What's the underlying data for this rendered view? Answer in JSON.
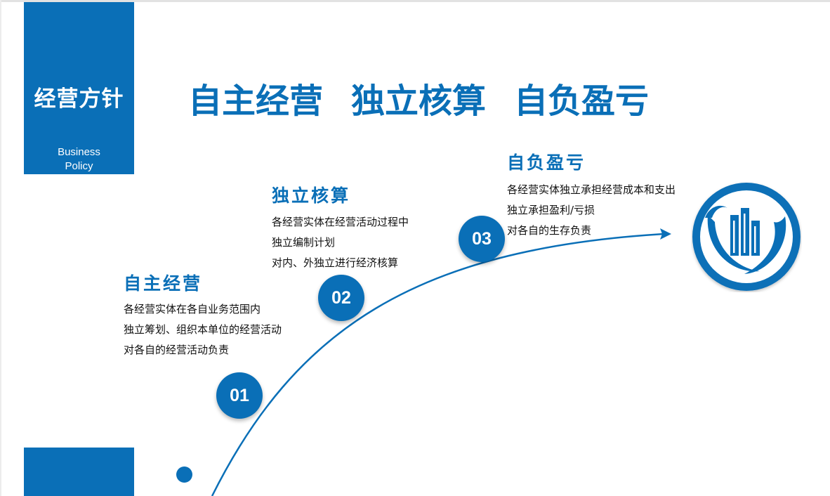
{
  "sidebar": {
    "title": "经营方针",
    "subtitle_line1": "Business",
    "subtitle_line2": "Policy"
  },
  "headline": {
    "part1": "自主经营",
    "part2": "独立核算",
    "part3": "自负盈亏"
  },
  "steps": [
    {
      "number": "01",
      "title": "自主经营",
      "lines": [
        "各经营实体在各自业务范围内",
        "独立筹划、组织本单位的经营活动",
        "对各自的经营活动负责"
      ]
    },
    {
      "number": "02",
      "title": "独立核算",
      "lines": [
        "各经营实体在经营活动过程中",
        "独立编制计划",
        "对内、外独立进行经济核算"
      ]
    },
    {
      "number": "03",
      "title": "自负盈亏",
      "lines": [
        "各经营实体独立承担经营成本和支出",
        "独立承担盈利/亏损",
        "对各自的生存负责"
      ]
    }
  ],
  "colors": {
    "brand_blue": "#0a6fb7",
    "white": "#ffffff"
  },
  "icons": {
    "logo": "company-logo-icon",
    "arrow": "curve-arrow-icon"
  }
}
